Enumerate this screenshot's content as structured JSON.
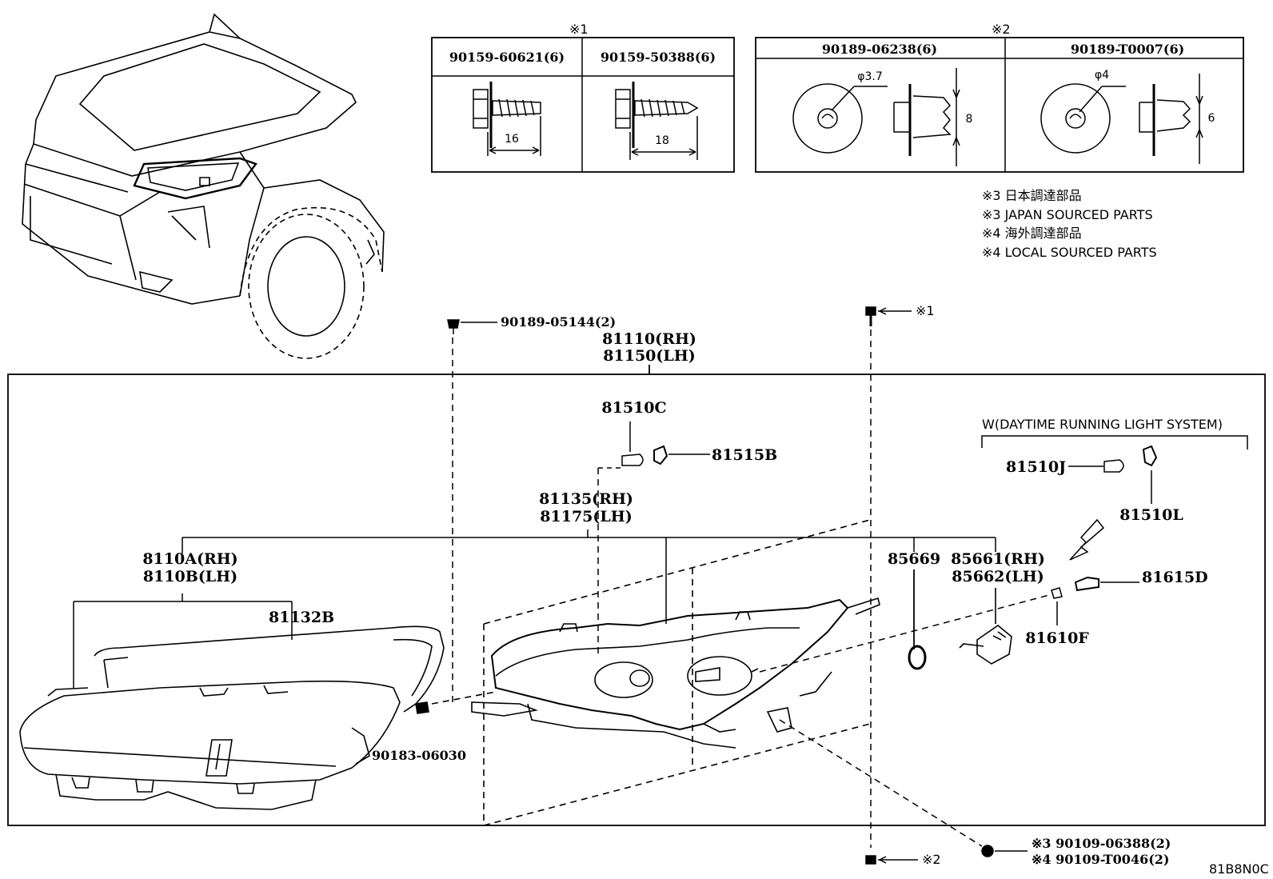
{
  "fastener_table_1": {
    "marker": "※1",
    "columns": [
      {
        "part": "90159-60621(6)",
        "length": "16"
      },
      {
        "part": "90159-50388(6)",
        "length": "18"
      }
    ]
  },
  "fastener_table_2": {
    "marker": "※2",
    "columns": [
      {
        "part": "90189-06238(6)",
        "diameter": "φ3.7",
        "height": "8"
      },
      {
        "part": "90189-T0007(6)",
        "diameter": "φ4",
        "height": "6"
      }
    ]
  },
  "notes": [
    "※3 日本調達部品",
    "※3 JAPAN SOURCED PARTS",
    "※4 海外調達部品",
    "※4 LOCAL SOURCED PARTS"
  ],
  "parts": {
    "clip_top": "90189-05144(2)",
    "ref1": "※1",
    "assy_rh": "81110(RH)",
    "assy_lh": "81150(LH)",
    "bulb_81510c": "81510C",
    "socket_81515b": "81515B",
    "drl_group": "W(DAYTIME RUNNING LIGHT SYSTEM)",
    "bulb_81510j": "81510J",
    "socket_81510l": "81510L",
    "unit_rh": "81135(RH)",
    "unit_lh": "81175(LH)",
    "lens_rh": "8110A(RH)",
    "lens_lh": "8110B(LH)",
    "gasket": "81132B",
    "cap": "85669",
    "motor_rh": "85661(RH)",
    "motor_lh": "85662(LH)",
    "socket_81615d": "81615D",
    "bulb_81610f": "81610F",
    "nut": "90183-06030",
    "ref2": "※2",
    "bolt_japan": "※3 90109-06388(2)",
    "bolt_local": "※4 90109-T0046(2)",
    "diagram_code": "81B8N0C"
  }
}
